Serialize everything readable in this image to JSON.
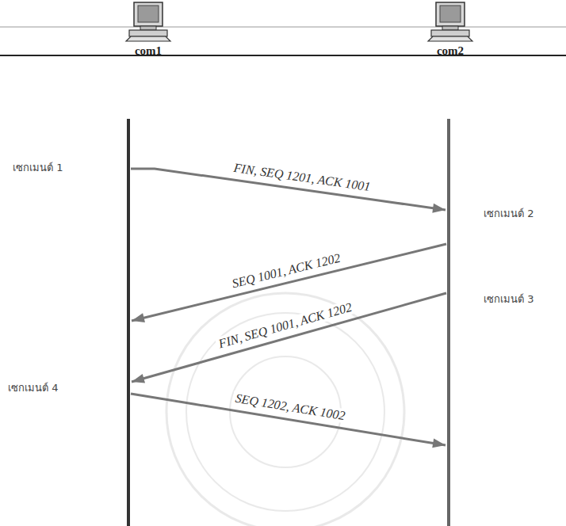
{
  "diagram": {
    "nodes": [
      {
        "text": [
          "com1"
        ]
      },
      {
        "text": [
          "com2"
        ]
      }
    ],
    "edges": [
      {
        "from": 0,
        "to": 1,
        "arrow": "to",
        "label": "FIN, SEQ 1201, ACK 1001"
      },
      {
        "from": 1,
        "to": 0,
        "arrow": "to",
        "label": "SEQ 1001, ACK 1202"
      },
      {
        "from": 1,
        "to": 0,
        "arrow": "to",
        "label": "FIN, SEQ 1001, ACK 1202"
      },
      {
        "from": 0,
        "to": 1,
        "arrow": "to",
        "label": "SEQ 1202, ACK 1002"
      }
    ],
    "labels": [
      "เซกเมนต์ 1",
      "เซกเมนต์ 2",
      "เซกเมนต์ 3",
      "เซกเมนต์ 4"
    ]
  }
}
